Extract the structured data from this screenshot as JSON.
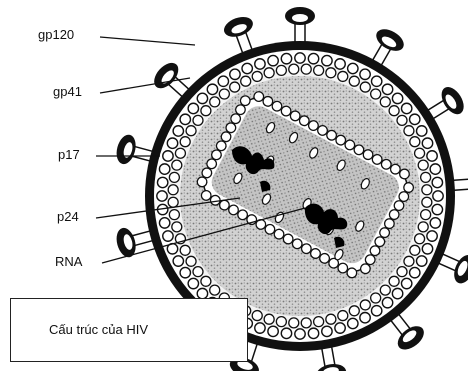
{
  "labels": {
    "gp120": "gp120",
    "gp41": "gp41",
    "p17": "p17",
    "p24": "p24",
    "rna": "RNA"
  },
  "caption": "Cấu trúc của HIV",
  "colors": {
    "ink": "#111111",
    "membrane": "#000000",
    "matrix": "#cfcfcf",
    "background": "#ffffff"
  }
}
